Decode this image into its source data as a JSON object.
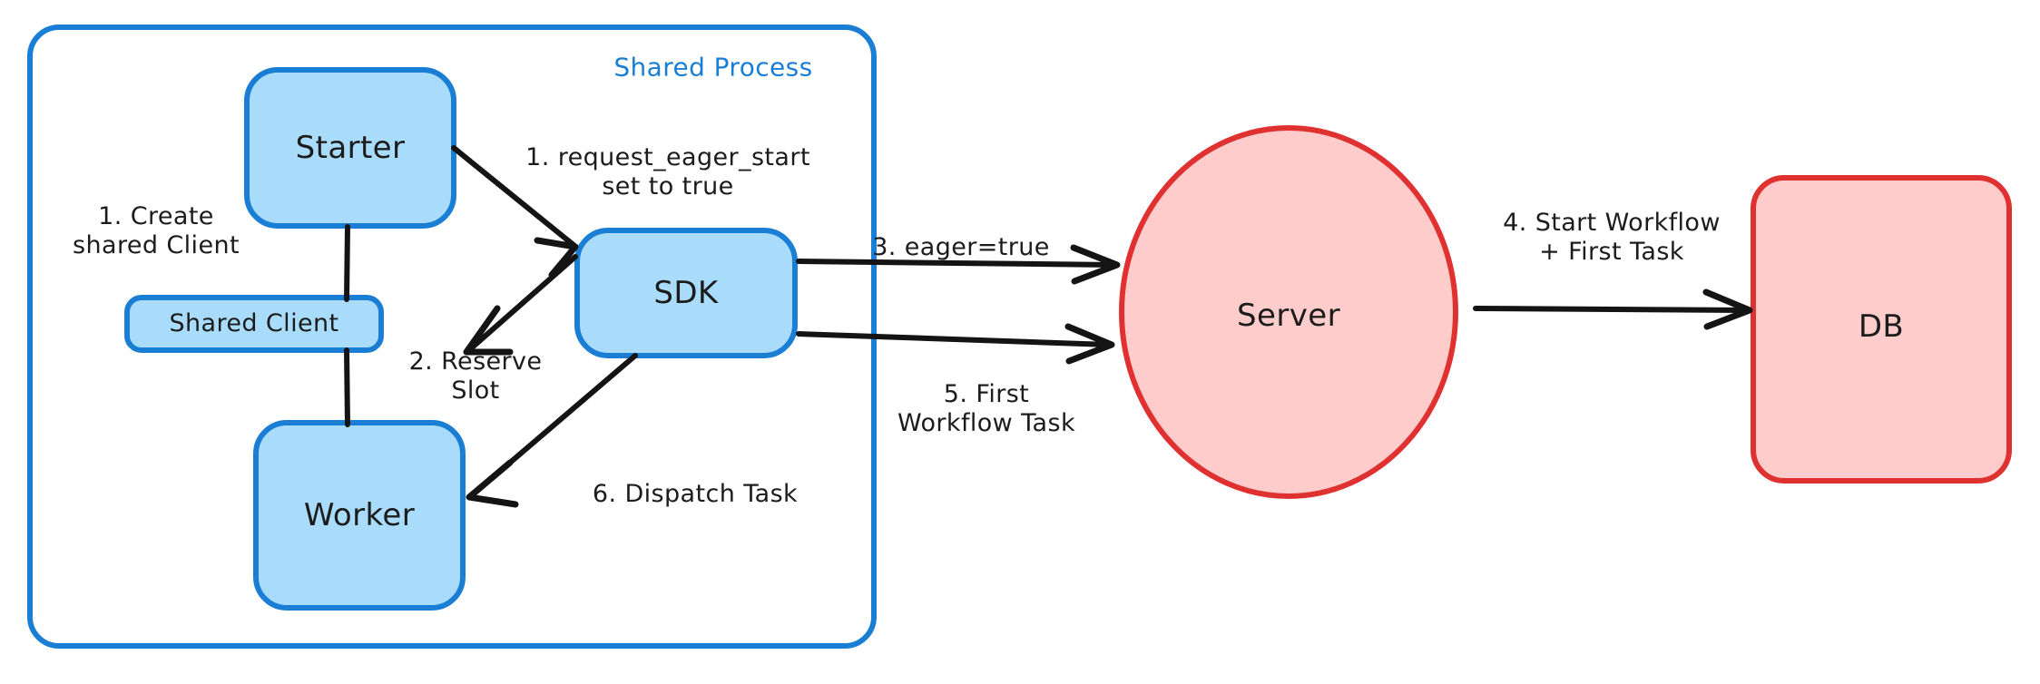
{
  "diagram": {
    "title_group": "Shared Process",
    "colors": {
      "blue_fill": "#a8dcfa",
      "blue_stroke": "#1a7fd4",
      "pink_fill": "#ffcccc",
      "red_stroke": "#e03131",
      "ink": "#1c1c1c",
      "background": "#ffffff"
    },
    "nodes": [
      {
        "id": "starter",
        "label": "Starter",
        "shape": "rounded-rect",
        "style": "blue"
      },
      {
        "id": "shared-client",
        "label": "Shared Client",
        "shape": "rounded-rect",
        "style": "blue"
      },
      {
        "id": "worker",
        "label": "Worker",
        "shape": "rounded-rect",
        "style": "blue"
      },
      {
        "id": "sdk",
        "label": "SDK",
        "shape": "rounded-rect",
        "style": "blue"
      },
      {
        "id": "server",
        "label": "Server",
        "shape": "ellipse",
        "style": "pink"
      },
      {
        "id": "db",
        "label": "DB",
        "shape": "rounded-rect",
        "style": "pink"
      }
    ],
    "edges": [
      {
        "id": "create-shared-client",
        "label": "1. Create\nshared Client",
        "from": "starter",
        "to": "shared-client"
      },
      {
        "id": "request-eager-start",
        "label": "1. request_eager_start\nset to true",
        "from": "starter",
        "to": "sdk"
      },
      {
        "id": "reserve-slot",
        "label": "2. Reserve\nSlot",
        "from": "sdk",
        "to": "worker"
      },
      {
        "id": "eager-true",
        "label": "3. eager=true",
        "from": "sdk",
        "to": "server"
      },
      {
        "id": "start-workflow-first-task",
        "label": "4. Start Workflow\n+ First Task",
        "from": "server",
        "to": "db"
      },
      {
        "id": "first-workflow-task",
        "label": "5. First\nWorkflow Task",
        "from": "sdk",
        "to": "server"
      },
      {
        "id": "dispatch-task",
        "label": "6. Dispatch Task",
        "from": "sdk",
        "to": "worker"
      }
    ]
  }
}
